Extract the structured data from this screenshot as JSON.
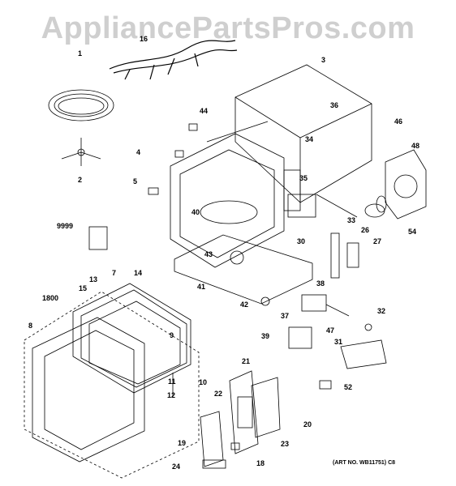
{
  "watermark": "AppliancePartsPros.com",
  "art_number": "(ART NO. WB11751)  C8",
  "callouts": [
    "1",
    "16",
    "3",
    "2",
    "44",
    "36",
    "46",
    "48",
    "34",
    "4",
    "35",
    "5",
    "40",
    "33",
    "54",
    "9999",
    "26",
    "27",
    "30",
    "43",
    "41",
    "38",
    "13",
    "14",
    "7",
    "15",
    "1800",
    "42",
    "32",
    "37",
    "47",
    "8",
    "9",
    "39",
    "31",
    "21",
    "11",
    "10",
    "12",
    "22",
    "52",
    "20",
    "19",
    "23",
    "24",
    "18"
  ]
}
